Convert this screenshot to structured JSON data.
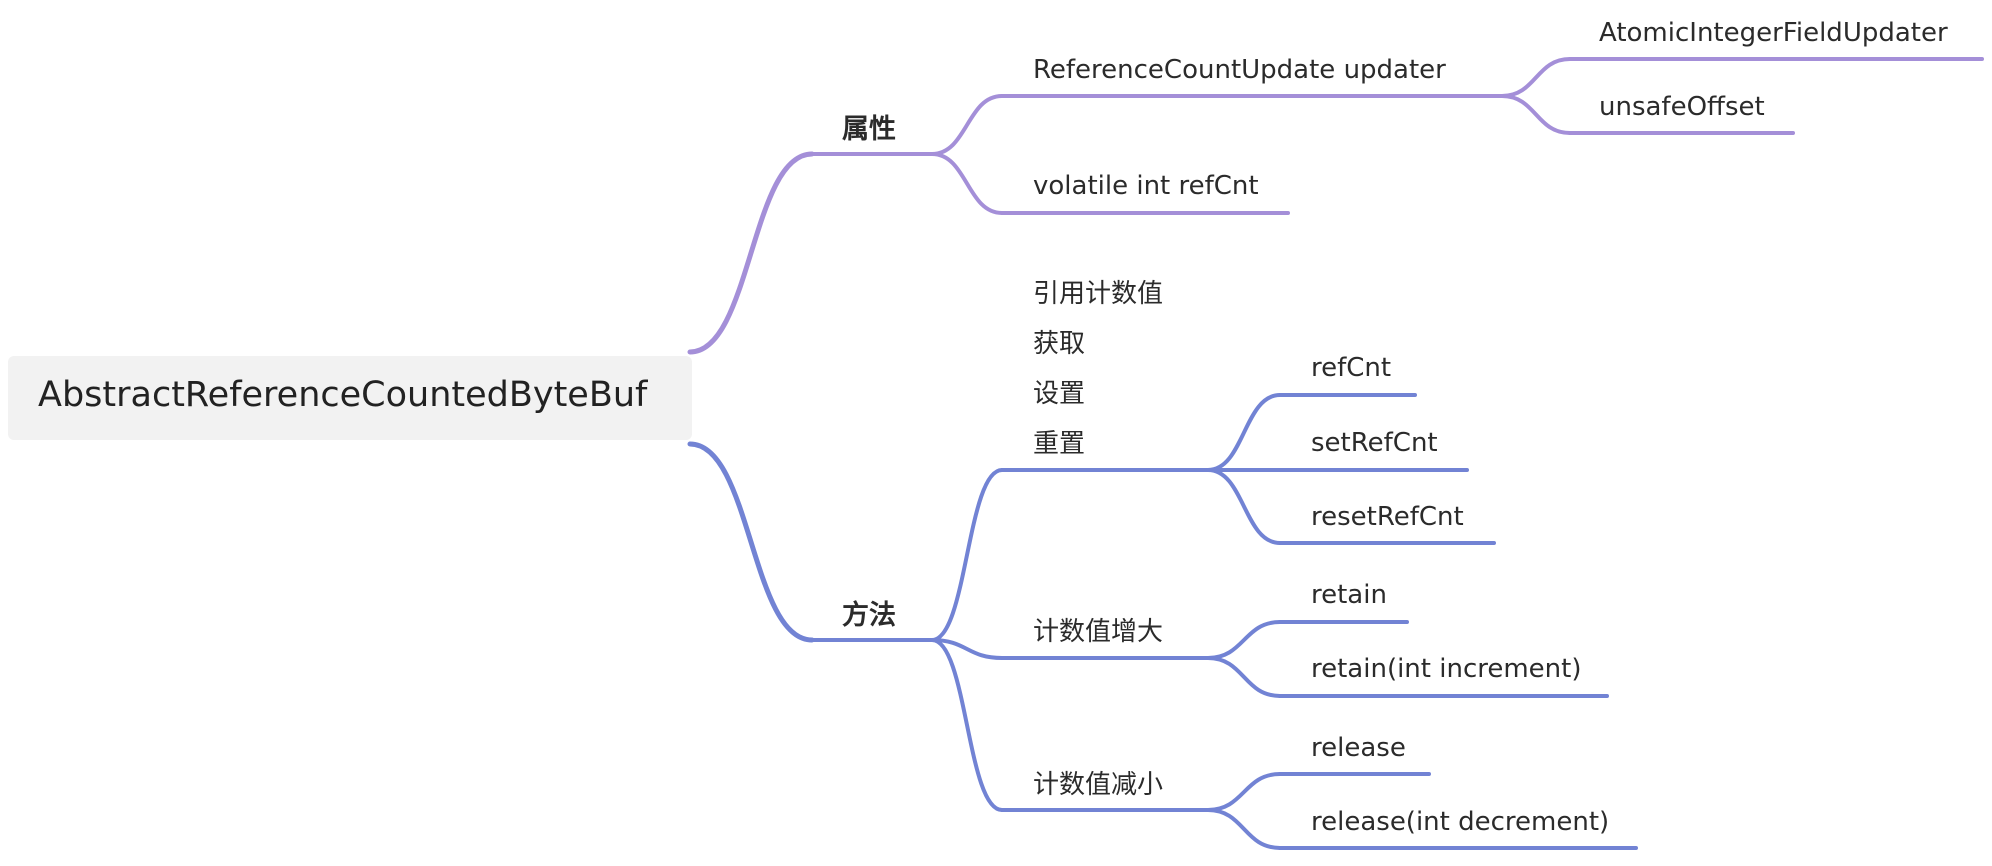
{
  "root": {
    "label": "AbstractReferenceCountedByteBuf"
  },
  "colors": {
    "attr_branch": "#a48fd8",
    "method_branch": "#7283d4",
    "root_bg": "#f2f2f2"
  },
  "attributes": {
    "label": "属性",
    "items": [
      {
        "label": "ReferenceCountUpdate updater",
        "children": [
          {
            "label": "AtomicIntegerFieldUpdater"
          },
          {
            "label": "unsafeOffset"
          }
        ]
      },
      {
        "label": "volatile int refCnt",
        "children": []
      }
    ]
  },
  "methods": {
    "label": "方法",
    "items": [
      {
        "label": "引用计数值\n获取\n设置\n重置",
        "children": [
          {
            "label": "refCnt"
          },
          {
            "label": "setRefCnt"
          },
          {
            "label": "resetRefCnt"
          }
        ]
      },
      {
        "label": "计数值增大",
        "children": [
          {
            "label": "retain"
          },
          {
            "label": "retain(int increment)"
          }
        ]
      },
      {
        "label": "计数值减小",
        "children": [
          {
            "label": "release"
          },
          {
            "label": "release(int decrement)"
          }
        ]
      }
    ]
  }
}
